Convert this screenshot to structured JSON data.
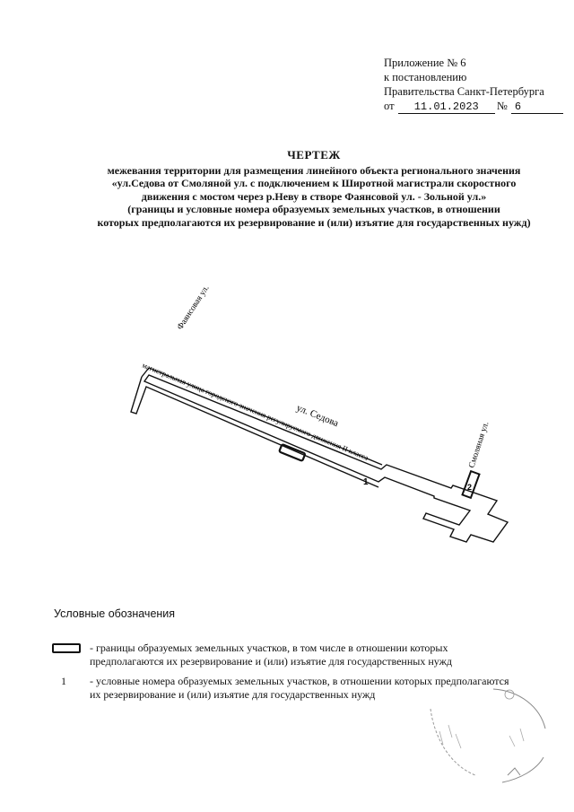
{
  "appendix": {
    "line1": "Приложение № 6",
    "line2": "к постановлению",
    "line3": "Правительства Санкт-Петербурга",
    "date_prefix": "от",
    "date_value": "11.01.2023",
    "number_prefix": "№",
    "number_value": "6"
  },
  "title": {
    "main": "ЧЕРТЕЖ",
    "lines": [
      "межевания территории для размещения линейного объекта регионального значения",
      "«ул.Седова от Смоляной ул. с подключением к Широтной магистрали скоростного",
      "движения с мостом через р.Неву в створе Фаянсовой ул. - Зольной ул.»",
      "(границы и условные номера образуемых земельных участков,  в отношении",
      "которых предполагаются их резервирование и (или) изъятие для государственных нужд)"
    ]
  },
  "map": {
    "street_fayansovaya": "Фаянсовая ул.",
    "street_smolyanaya": "Смоляная ул.",
    "street_sedova": "ул. Седова",
    "road_description": "магистральная улица городского значения регулируемого движения II класса",
    "plot_label_1": "1",
    "plot_label_2": "2"
  },
  "legend": {
    "title": "Условные обозначения",
    "item1_text": "- границы образуемых земельных участков, в том числе в отношении которых предполагаются их резервирование и (или) изъятие для государственных нужд",
    "item2_symbol": "1",
    "item2_text": "- условные номера образуемых земельных участков, в отношении которых предполагаются их резервирование и (или) изъятие для государственных нужд"
  }
}
